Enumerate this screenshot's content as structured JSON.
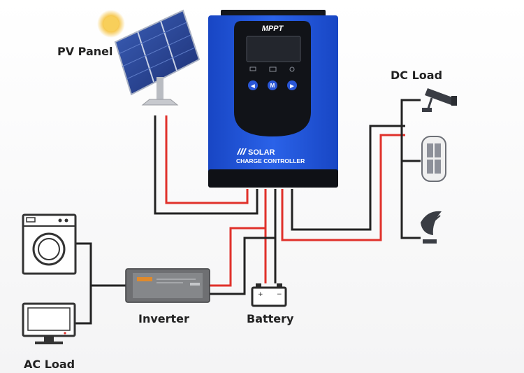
{
  "controller": {
    "brand": "MPPT",
    "title_line1": "SOLAR",
    "title_line2": "CHARGE CONTROLLER",
    "button_left": "◀",
    "button_menu": "M",
    "button_right": "▶"
  },
  "labels": {
    "pv_panel": "PV Panel",
    "dc_load": "DC Load",
    "inverter": "Inverter",
    "battery": "Battery",
    "ac_load": "AC Load"
  },
  "icons": {
    "sun": "sun-icon",
    "panel": "solar-panel-icon",
    "camera": "security-camera-icon",
    "lamp": "street-lamp-icon",
    "dish": "satellite-dish-icon",
    "washer": "washing-machine-icon",
    "tv": "television-icon",
    "inverter": "inverter-icon",
    "battery": "battery-icon"
  },
  "colors": {
    "controller_blue": "#1f4fd0",
    "controller_dark": "#111318",
    "wire_red": "#e0312b",
    "wire_black": "#222222",
    "sun": "#f6c64a"
  }
}
